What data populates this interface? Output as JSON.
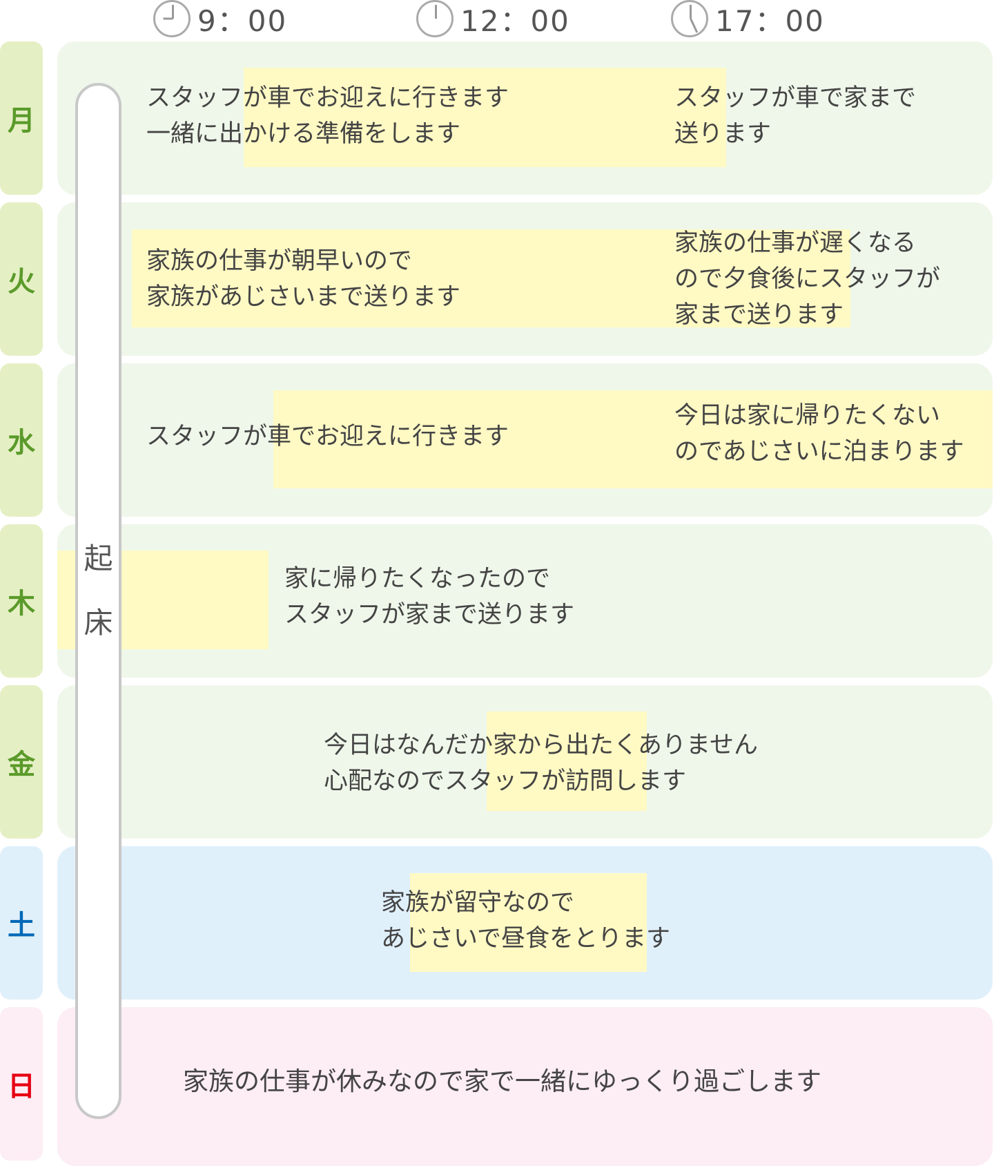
{
  "header": {
    "times": [
      "9：00",
      "12：00",
      "17：00"
    ]
  },
  "wake_label": [
    "起",
    "床"
  ],
  "colors": {
    "weekday_label_bg": "#e5efc4",
    "weekday_label_fg": "#5a9a2a",
    "weekday_bg": "#eff7ea",
    "sat_label_fg": "#0068b7",
    "sat_bg": "#e0f0fb",
    "sun_label_fg": "#e60012",
    "sun_bg": "#fdedf4",
    "highlight": "#fff9c4"
  },
  "days": [
    {
      "label": "月",
      "morning": [
        "スタッフが車でお迎えに行きます",
        "一緒に出かける準備をします"
      ],
      "evening": [
        "スタッフが車で家まで",
        "送ります"
      ]
    },
    {
      "label": "火",
      "morning": [
        "家族の仕事が朝早いので",
        "家族があじさいまで送ります"
      ],
      "evening": [
        "家族の仕事が遅くなる",
        "ので夕食後にスタッフが",
        "家まで送ります"
      ]
    },
    {
      "label": "水",
      "morning": [
        "スタッフが車でお迎えに行きます"
      ],
      "evening": [
        "今日は家に帰りたくない",
        "のであじさいに泊まります"
      ]
    },
    {
      "label": "木",
      "main": [
        "家に帰りたくなったので",
        "スタッフが家まで送ります"
      ]
    },
    {
      "label": "金",
      "main": [
        "今日はなんだか家から出たくありません",
        "心配なのでスタッフが訪問します"
      ]
    },
    {
      "label": "土",
      "main": [
        "家族が留守なので",
        "あじさいで昼食をとります"
      ]
    },
    {
      "label": "日",
      "main": [
        "家族の仕事が休みなので家で一緒にゆっくり過ごします"
      ]
    }
  ]
}
